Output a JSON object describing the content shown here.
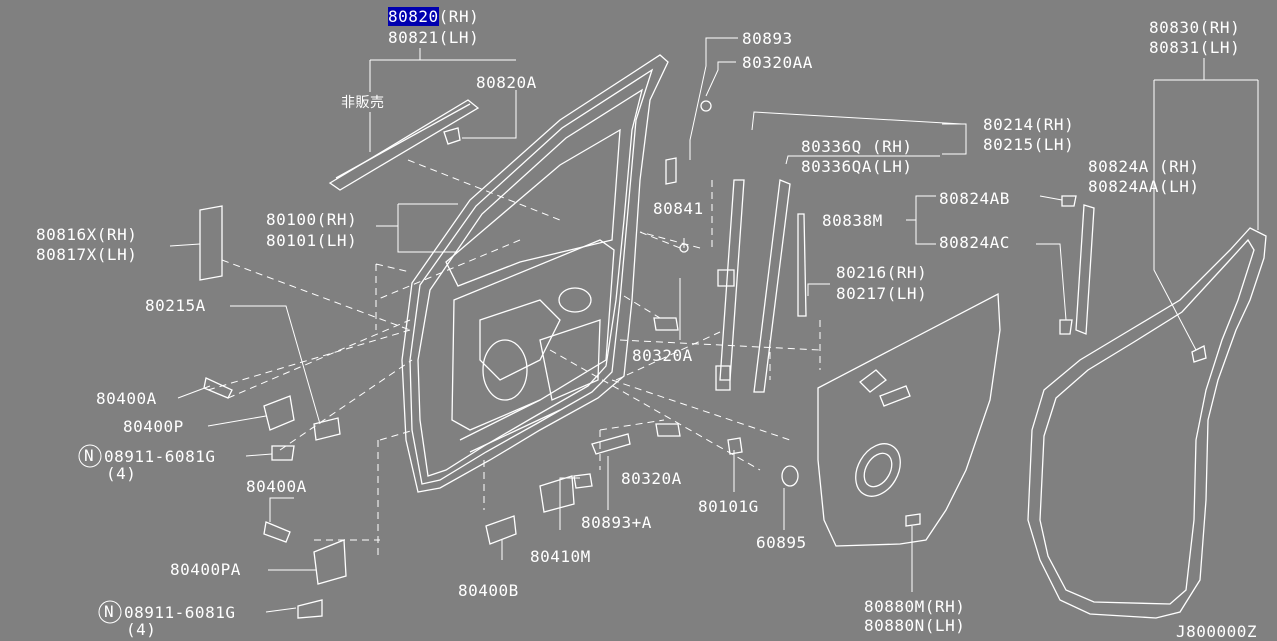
{
  "diagram": {
    "title_code": "J800000Z",
    "highlighted_part": "80820",
    "parts": [
      {
        "id": "p80820",
        "code": "80820",
        "suffix": "(RH)"
      },
      {
        "id": "p80821",
        "code": "80821(LH)"
      },
      {
        "id": "pnonsale",
        "code": "非販売"
      },
      {
        "id": "p80820A",
        "code": "80820A"
      },
      {
        "id": "p80893",
        "code": "80893"
      },
      {
        "id": "p80320AA",
        "code": "80320AA"
      },
      {
        "id": "p80214",
        "code": "80214(RH)"
      },
      {
        "id": "p80215",
        "code": "80215(LH)"
      },
      {
        "id": "p80336Q",
        "code": "80336Q (RH)"
      },
      {
        "id": "p80336QA",
        "code": "80336QA(LH)"
      },
      {
        "id": "p80830",
        "code": "80830(RH)"
      },
      {
        "id": "p80831",
        "code": "80831(LH)"
      },
      {
        "id": "p80824A",
        "code": "80824A (RH)"
      },
      {
        "id": "p80824AA",
        "code": "80824AA(LH)"
      },
      {
        "id": "p80824AB",
        "code": "80824AB"
      },
      {
        "id": "p80838M",
        "code": "80838M"
      },
      {
        "id": "p80824AC",
        "code": "80824AC"
      },
      {
        "id": "p80216",
        "code": "80216(RH)"
      },
      {
        "id": "p80217",
        "code": "80217(LH)"
      },
      {
        "id": "p80841",
        "code": "80841"
      },
      {
        "id": "p80100",
        "code": "80100(RH)"
      },
      {
        "id": "p80101",
        "code": "80101(LH)"
      },
      {
        "id": "p80816X",
        "code": "80816X(RH)"
      },
      {
        "id": "p80817X",
        "code": "80817X(LH)"
      },
      {
        "id": "p80215A",
        "code": "80215A"
      },
      {
        "id": "p80320A_1",
        "code": "80320A"
      },
      {
        "id": "p80400A_1",
        "code": "80400A"
      },
      {
        "id": "p80400P",
        "code": "80400P"
      },
      {
        "id": "pN1",
        "code": "08911-6081G"
      },
      {
        "id": "pN1q",
        "code": "(4)"
      },
      {
        "id": "p80400A_2",
        "code": "80400A"
      },
      {
        "id": "p80320A_2",
        "code": "80320A"
      },
      {
        "id": "p80893A",
        "code": "80893+A"
      },
      {
        "id": "p80101G",
        "code": "80101G"
      },
      {
        "id": "p60895",
        "code": "60895"
      },
      {
        "id": "p80410M",
        "code": "80410M"
      },
      {
        "id": "p80400PA",
        "code": "80400PA"
      },
      {
        "id": "p80400B",
        "code": "80400B"
      },
      {
        "id": "pN2",
        "code": "08911-6081G"
      },
      {
        "id": "pN2q",
        "code": "(4)"
      },
      {
        "id": "p80880M",
        "code": "80880M(RH)"
      },
      {
        "id": "p80880N",
        "code": "80880N(LH)"
      }
    ],
    "nut_symbol": "N"
  }
}
